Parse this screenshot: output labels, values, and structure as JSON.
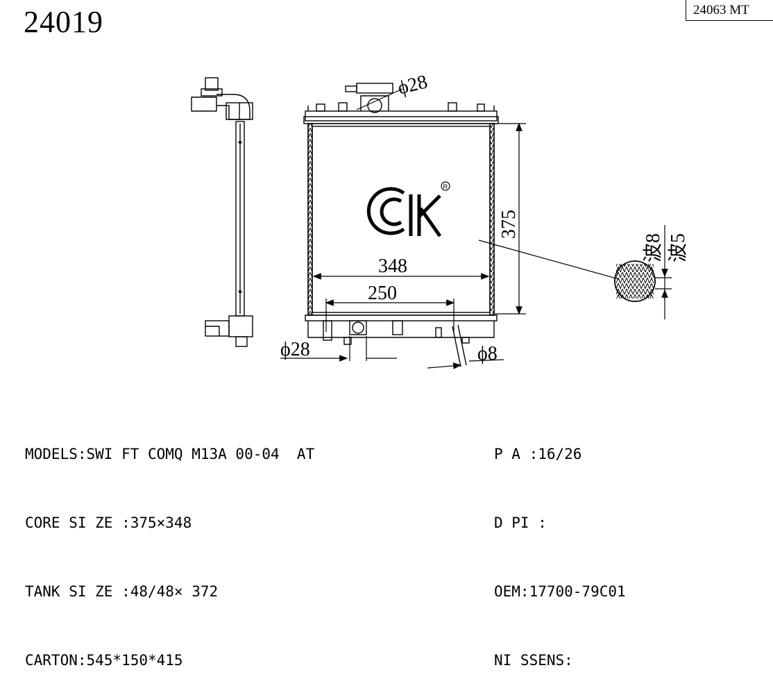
{
  "header": {
    "part_number": "24019",
    "reference_code": "24063 MT"
  },
  "drawing": {
    "brand_logo": "ck-logo",
    "dimensions": {
      "height": "375",
      "width": "348",
      "inner_width": "250",
      "cap_diameter": "ϕ28",
      "bottom_pipe_diameter": "ϕ28",
      "drain_diameter": "ϕ8",
      "fin_wave_a": "波8",
      "fin_wave_b": "波5"
    }
  },
  "specs_left": {
    "models": "MODELS:SWI FT COMQ M13A 00-04  AT",
    "core_size": "CORE SI ZE :375×348",
    "tank_size": "TANK SI ZE :48/48× 372",
    "carton": "CARTON:545*150*415"
  },
  "specs_right": {
    "pa": "P A :16/26",
    "dpi": "D PI :",
    "oem": "OEM:17700-79C01",
    "nissens": "NI SSENS:"
  }
}
